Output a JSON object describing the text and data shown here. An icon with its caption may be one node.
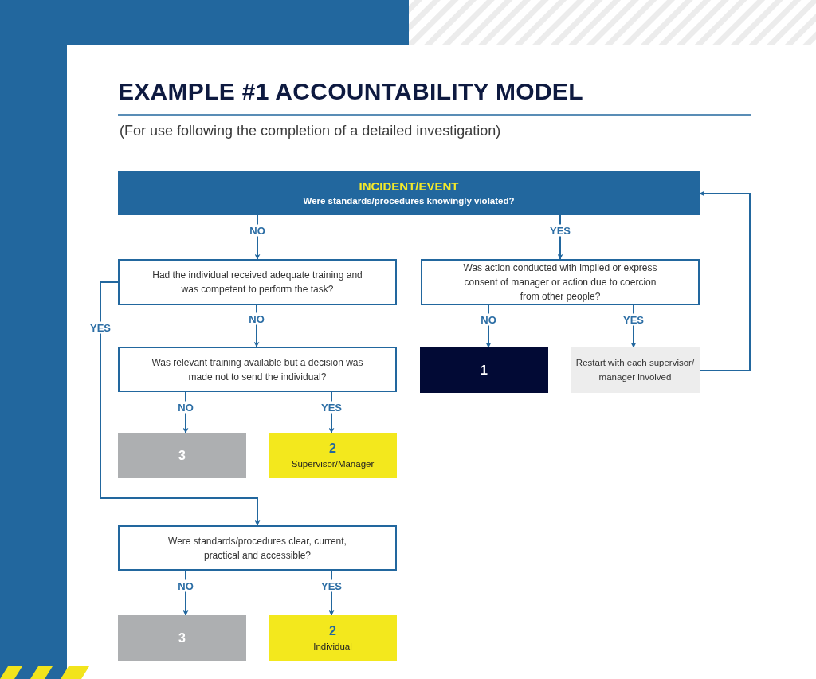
{
  "diagram": {
    "title": "EXAMPLE #1 ACCOUNTABILITY MODEL",
    "nodes": [
      {
        "text": [
          "INCIDENT/EVENT",
          "Were standards/procedures knowingly violated?"
        ]
      },
      {
        "text": [
          "Had the individual received adequate training and was competent to perform the task?"
        ]
      },
      {
        "text": [
          "Was action conducted with implied or express consent of manager or action due to coercion from other people?"
        ]
      },
      {
        "text": [
          "Was relevant training available but a decision was made not to send the individual?"
        ]
      },
      {
        "text": [
          "1"
        ]
      },
      {
        "text": [
          "Restart with each supervisor/ manager involved"
        ]
      },
      {
        "text": [
          "3"
        ]
      },
      {
        "text": [
          "2",
          "Supervisor/Manager"
        ]
      },
      {
        "text": [
          "Were standards/procedures clear, current, practical and accessible?"
        ]
      },
      {
        "text": [
          "3"
        ]
      },
      {
        "text": [
          "2",
          "Individual"
        ]
      }
    ],
    "edges": [
      {
        "from": 0,
        "to": 1,
        "arrow": "to",
        "label": "NO"
      },
      {
        "from": 0,
        "to": 2,
        "arrow": "to",
        "label": "YES"
      },
      {
        "from": 1,
        "to": 3,
        "arrow": "to",
        "label": "NO"
      },
      {
        "from": 1,
        "to": 8,
        "arrow": "to",
        "label": "YES"
      },
      {
        "from": 2,
        "to": 4,
        "arrow": "to",
        "label": "NO"
      },
      {
        "from": 2,
        "to": 5,
        "arrow": "to",
        "label": "YES"
      },
      {
        "from": 3,
        "to": 6,
        "arrow": "to",
        "label": "NO"
      },
      {
        "from": 3,
        "to": 7,
        "arrow": "to",
        "label": "YES"
      },
      {
        "from": 5,
        "to": 0,
        "arrow": "to"
      },
      {
        "from": 8,
        "to": 9,
        "arrow": "to",
        "label": "NO"
      },
      {
        "from": 8,
        "to": 10,
        "arrow": "to",
        "label": "YES"
      }
    ],
    "labels": [
      "(For use following the completion of a detailed investigation)"
    ]
  }
}
